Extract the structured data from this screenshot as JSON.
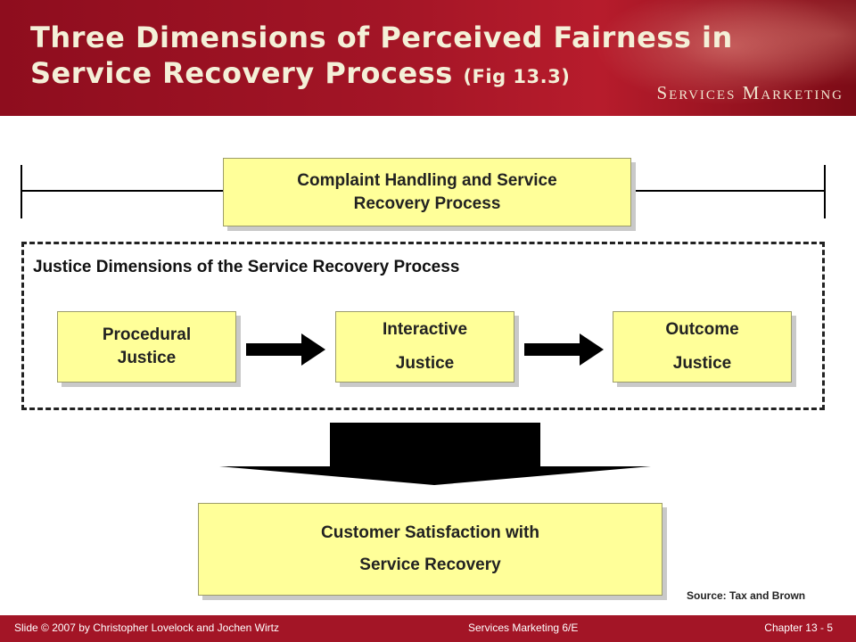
{
  "header": {
    "title_line1": "Three Dimensions of Perceived Fairness in",
    "title_line2": "Service Recovery Process",
    "title_fig": "(Fig 13.3)",
    "brand": "Services Marketing"
  },
  "diagram": {
    "top_box": {
      "line1": "Complaint Handling and Service",
      "line2": "Recovery Process"
    },
    "section_title": "Justice Dimensions of the Service Recovery Process",
    "procedural": {
      "line1": "Procedural",
      "line2": "Justice"
    },
    "interactive": {
      "line1": "Interactive",
      "line2": "Justice"
    },
    "outcome": {
      "line1": "Outcome",
      "line2": "Justice"
    },
    "bottom_box": {
      "line1": "Customer Satisfaction with",
      "line2": "Service Recovery"
    },
    "source": "Source: Tax and Brown"
  },
  "footer": {
    "left": "Slide © 2007 by Christopher Lovelock and Jochen Wirtz",
    "center": "Services Marketing 6/E",
    "right": "Chapter  13 - 5"
  }
}
